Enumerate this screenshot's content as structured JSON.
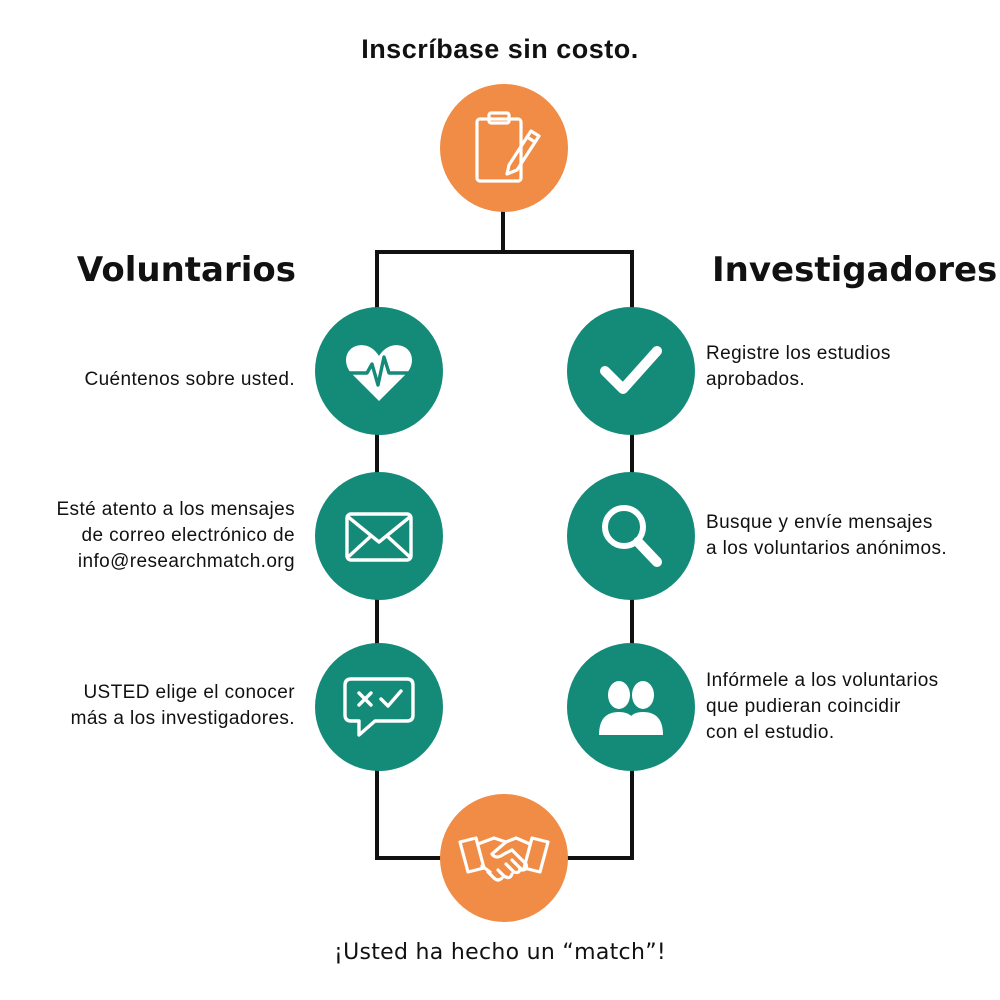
{
  "colors": {
    "teal": "#148a78",
    "orange": "#f08c45",
    "line": "#111111",
    "icon": "#ffffff"
  },
  "header": {
    "title": "Inscríbase sin costo.",
    "icon": "clipboard-pencil-icon"
  },
  "volunteers": {
    "heading": "Voluntarios",
    "steps": [
      {
        "icon": "heart-pulse-icon",
        "text": "Cuéntenos sobre usted."
      },
      {
        "icon": "envelope-icon",
        "text": "Esté atento a los mensajes\nde correo electrónico de\ninfo@researchmatch.org"
      },
      {
        "icon": "chat-bubble-x-check-icon",
        "text": "USTED elige el conocer\nmás a los investigadores."
      }
    ]
  },
  "researchers": {
    "heading": "Investigadores",
    "steps": [
      {
        "icon": "checkmark-icon",
        "text": "Registre los estudios\naprobados."
      },
      {
        "icon": "magnifier-icon",
        "text": "Busque y envíe mensajes\na los voluntarios anónimos."
      },
      {
        "icon": "people-icon",
        "text": "Infórmele a los voluntarios\nque pudieran coincidir\ncon el estudio."
      }
    ]
  },
  "footer": {
    "title": "¡Usted ha hecho un “match”!",
    "icon": "handshake-icon"
  }
}
